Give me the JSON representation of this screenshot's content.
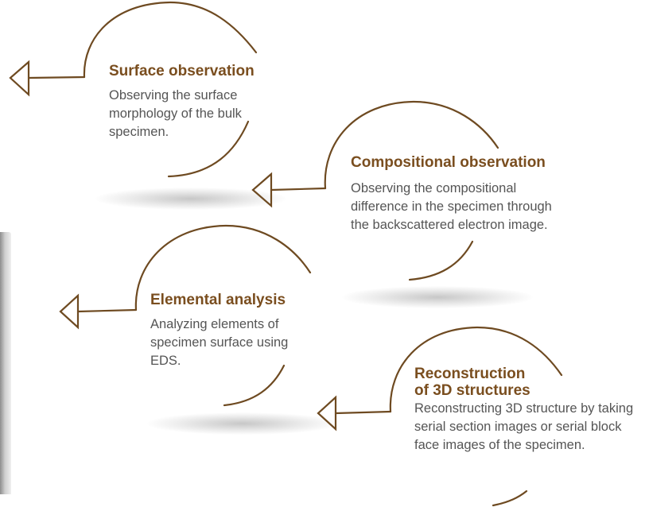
{
  "colors": {
    "accent": "#7a4e1f",
    "line": "#6e4a21",
    "text": "#555555"
  },
  "features": [
    {
      "title": "Surface observation",
      "description": "Observing the surface morphology of the bulk specimen.",
      "icon": "arrow-left-icon"
    },
    {
      "title": "Compositional observation",
      "description": "Observing the compositional difference in the specimen through the backscattered electron image.",
      "icon": "arrow-left-icon"
    },
    {
      "title": "Elemental analysis",
      "description": "Analyzing elements of specimen surface using EDS.",
      "icon": "arrow-left-icon"
    },
    {
      "title": "Reconstruction of 3D structures",
      "description": "Reconstructing 3D structure by taking serial section images or serial block face images of the specimen.",
      "icon": "arrow-left-icon"
    }
  ]
}
